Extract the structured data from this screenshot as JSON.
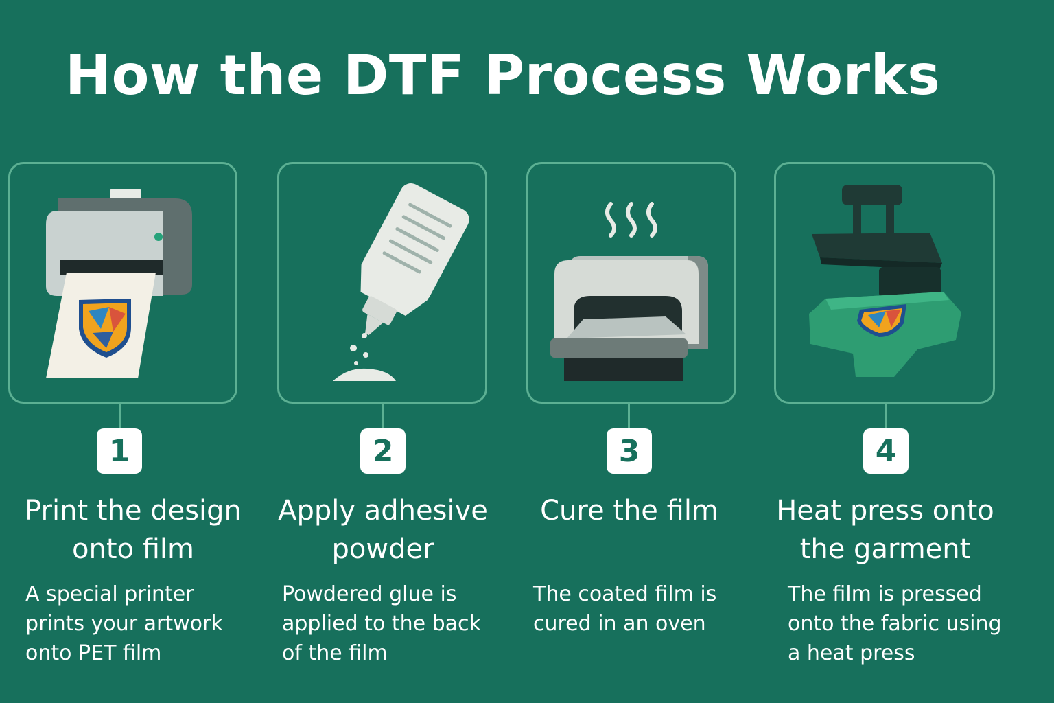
{
  "title": "How the DTF Process Works",
  "colors": {
    "background": "#17705c",
    "card_border": "#5cb093",
    "badge": "#ffffff",
    "text": "#ffffff"
  },
  "steps": [
    {
      "number": "1",
      "title": "Print the design\nonto film",
      "description": "A special printer\nprints your artwork\nonto PET film",
      "icon": "printer-icon"
    },
    {
      "number": "2",
      "title": "Apply adhesive\npowder",
      "description": "Powdered glue is\napplied to the back\nof the film",
      "icon": "glue-bottle-icon"
    },
    {
      "number": "3",
      "title": "Cure the film",
      "description": "The coated film is\ncured in an oven",
      "icon": "curing-oven-icon"
    },
    {
      "number": "4",
      "title": "Heat press onto\nthe garment",
      "description": "The film is pressed\nonto the fabric using\na heat press",
      "icon": "heat-press-icon"
    }
  ]
}
